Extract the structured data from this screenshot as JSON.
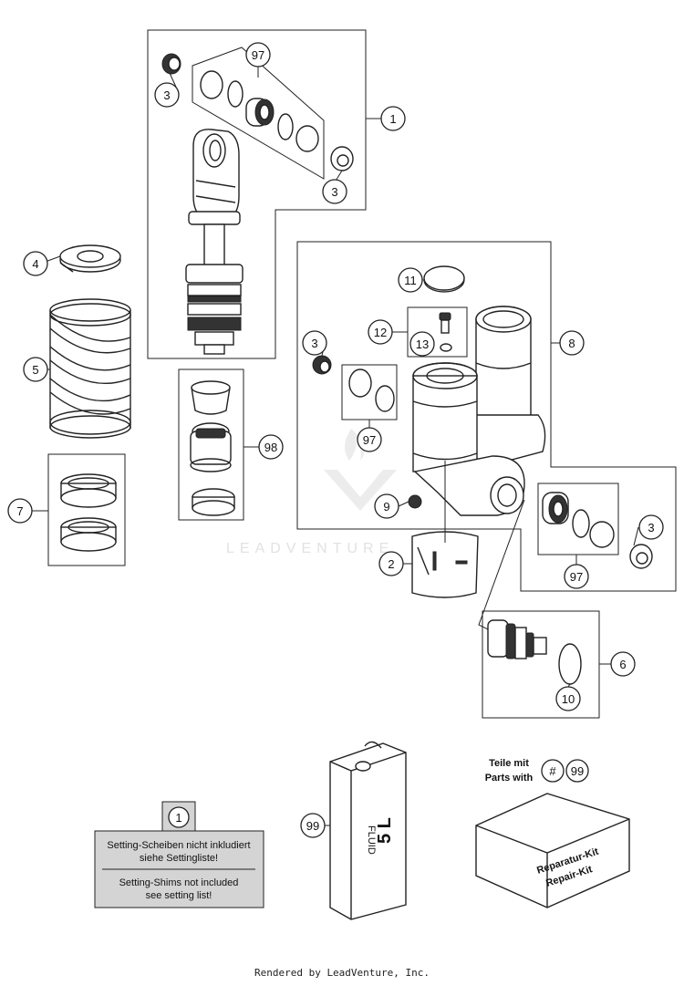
{
  "callouts": {
    "c1": "1",
    "c2": "2",
    "c3a": "3",
    "c3b": "3",
    "c3c": "3",
    "c3d": "3",
    "c4": "4",
    "c5": "5",
    "c6": "6",
    "c7": "7",
    "c8": "8",
    "c9": "9",
    "c10": "10",
    "c11": "11",
    "c12": "12",
    "c13": "13",
    "c97a": "97",
    "c97b": "97",
    "c97c": "97",
    "c98": "98",
    "c99": "99"
  },
  "note": {
    "ref": "1",
    "line1": "Setting-Scheiben nicht inkludiert",
    "line2": "siehe Settingliste!",
    "line3": "Setting-Shims not included",
    "line4": "see setting list!"
  },
  "canister": {
    "label_fluid": "FLUID",
    "label_volume": "5 L"
  },
  "kit": {
    "teile": "Teile mit",
    "parts": "Parts with",
    "hash": "#",
    "ref": "99",
    "label1": "Reparatur-Kit",
    "label2": "Repair-Kit"
  },
  "watermark": "LEADVENTURE",
  "footer": "Rendered by LeadVenture, Inc."
}
